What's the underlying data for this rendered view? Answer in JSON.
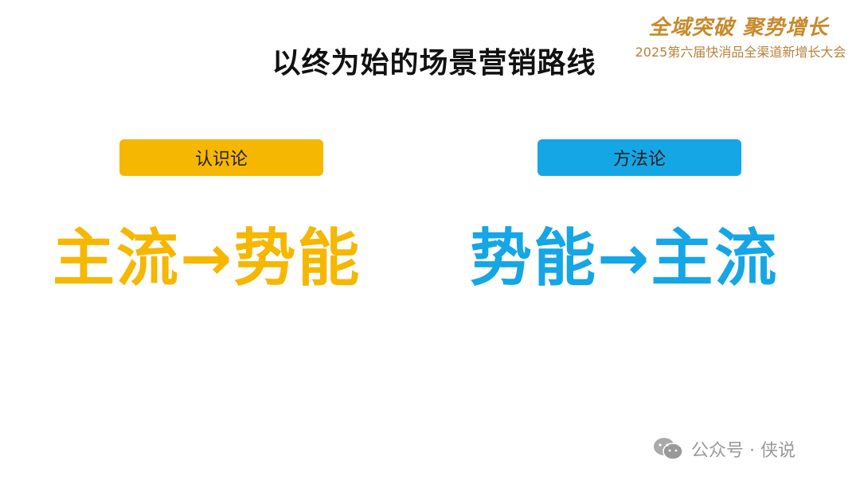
{
  "slide": {
    "title": "以终为始的场景营销路线",
    "logo": {
      "line1": "全域突破 聚势增长",
      "line2": "2025第六届快消品全渠道新增长大会"
    },
    "left": {
      "label": "认识论",
      "statement": "主流→势能"
    },
    "right": {
      "label": "方法论",
      "statement": "势能→主流"
    },
    "watermark": {
      "icon": "wechat-icon",
      "text": "公众号 · 侠说"
    },
    "colors": {
      "yellow": "#f6b700",
      "blue": "#15a6e6"
    }
  }
}
